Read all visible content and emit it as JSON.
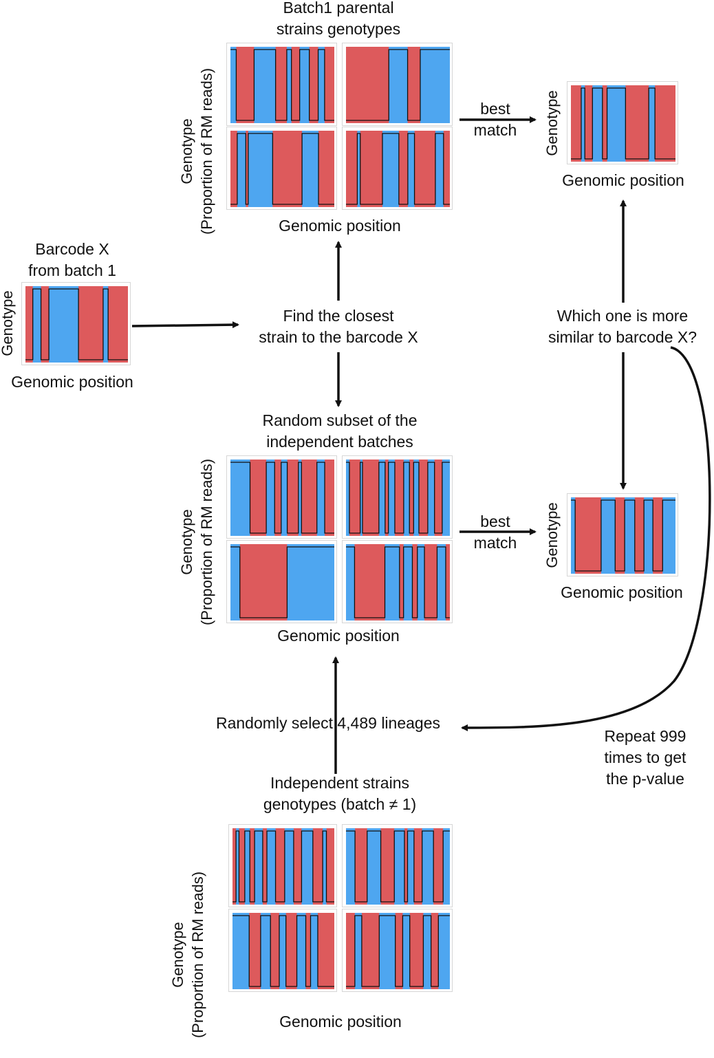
{
  "colors": {
    "blue": "#4ea6f0",
    "red": "#dd5a5c",
    "line": "#111111"
  },
  "top_group": {
    "title": [
      "Batch1 parental",
      "strains genotypes"
    ],
    "ylabel": [
      "Genotype",
      "(Proportion of RM reads)"
    ],
    "xlabel": "Genomic position"
  },
  "barcode": {
    "title": [
      "Barcode X",
      "from batch 1"
    ],
    "ylabel": "Genotype",
    "xlabel": "Genomic position"
  },
  "find_closest": [
    "Find the closest",
    "strain to the barcode X"
  ],
  "random_group": {
    "title": [
      "Random subset of the",
      "independent batches"
    ],
    "ylabel": [
      "Genotype",
      "(Proportion of RM reads)"
    ],
    "xlabel": "Genomic position"
  },
  "best_match_top": {
    "label": [
      "best",
      "match"
    ],
    "ylabel": "Genotype",
    "xlabel": "Genomic position"
  },
  "best_match_bottom": {
    "label": [
      "best",
      "match"
    ],
    "ylabel": "Genotype",
    "xlabel": "Genomic position"
  },
  "which_one": [
    "Which one is more",
    "similar to barcode X?"
  ],
  "randomly_select": "Randomly select 4,489 lineages",
  "repeat": [
    "Repeat 999",
    "times to get",
    "the p-value"
  ],
  "independent_group": {
    "title": [
      "Independent strains",
      "genotypes (batch ≠ 1)"
    ],
    "ylabel": [
      "Genotype",
      "(Proportion of RM reads)"
    ],
    "xlabel": "Genomic position"
  }
}
